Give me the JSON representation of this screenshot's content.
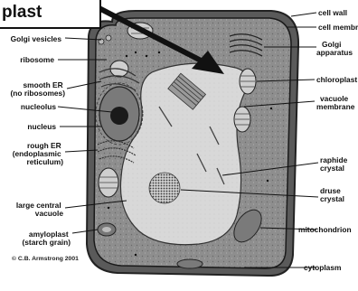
{
  "diagram": {
    "title_fragment": "plast",
    "labels_left": {
      "golgi_vesicles": "Golgi vesicles",
      "ribosome": "ribosome",
      "smooth_er": [
        "smooth ER",
        "(no ribosomes)"
      ],
      "nucleolus": "nucleolus",
      "nucleus": "nucleus",
      "rough_er": [
        "rough ER",
        "(endoplasmic",
        "reticulum)"
      ],
      "large_central_vacuole": [
        "large central",
        "vacuole"
      ],
      "amyloplast": [
        "amyloplast",
        "(starch grain)"
      ]
    },
    "labels_right": {
      "cell_wall": "cell wall",
      "cell_membrane": "cell membrane",
      "golgi_apparatus": [
        "Golgi",
        "apparatus"
      ],
      "chloroplast": "chloroplast",
      "vacuole_membrane": [
        "vacuole",
        "membrane"
      ],
      "raphide_crystal": [
        "raphide",
        "crystal"
      ],
      "druse_crystal": [
        "druse",
        "crystal"
      ],
      "mitochondrion": "mitochondrion",
      "cytoplasm": "cytoplasm"
    },
    "copyright": "© C.B. Armstrong 2001"
  }
}
